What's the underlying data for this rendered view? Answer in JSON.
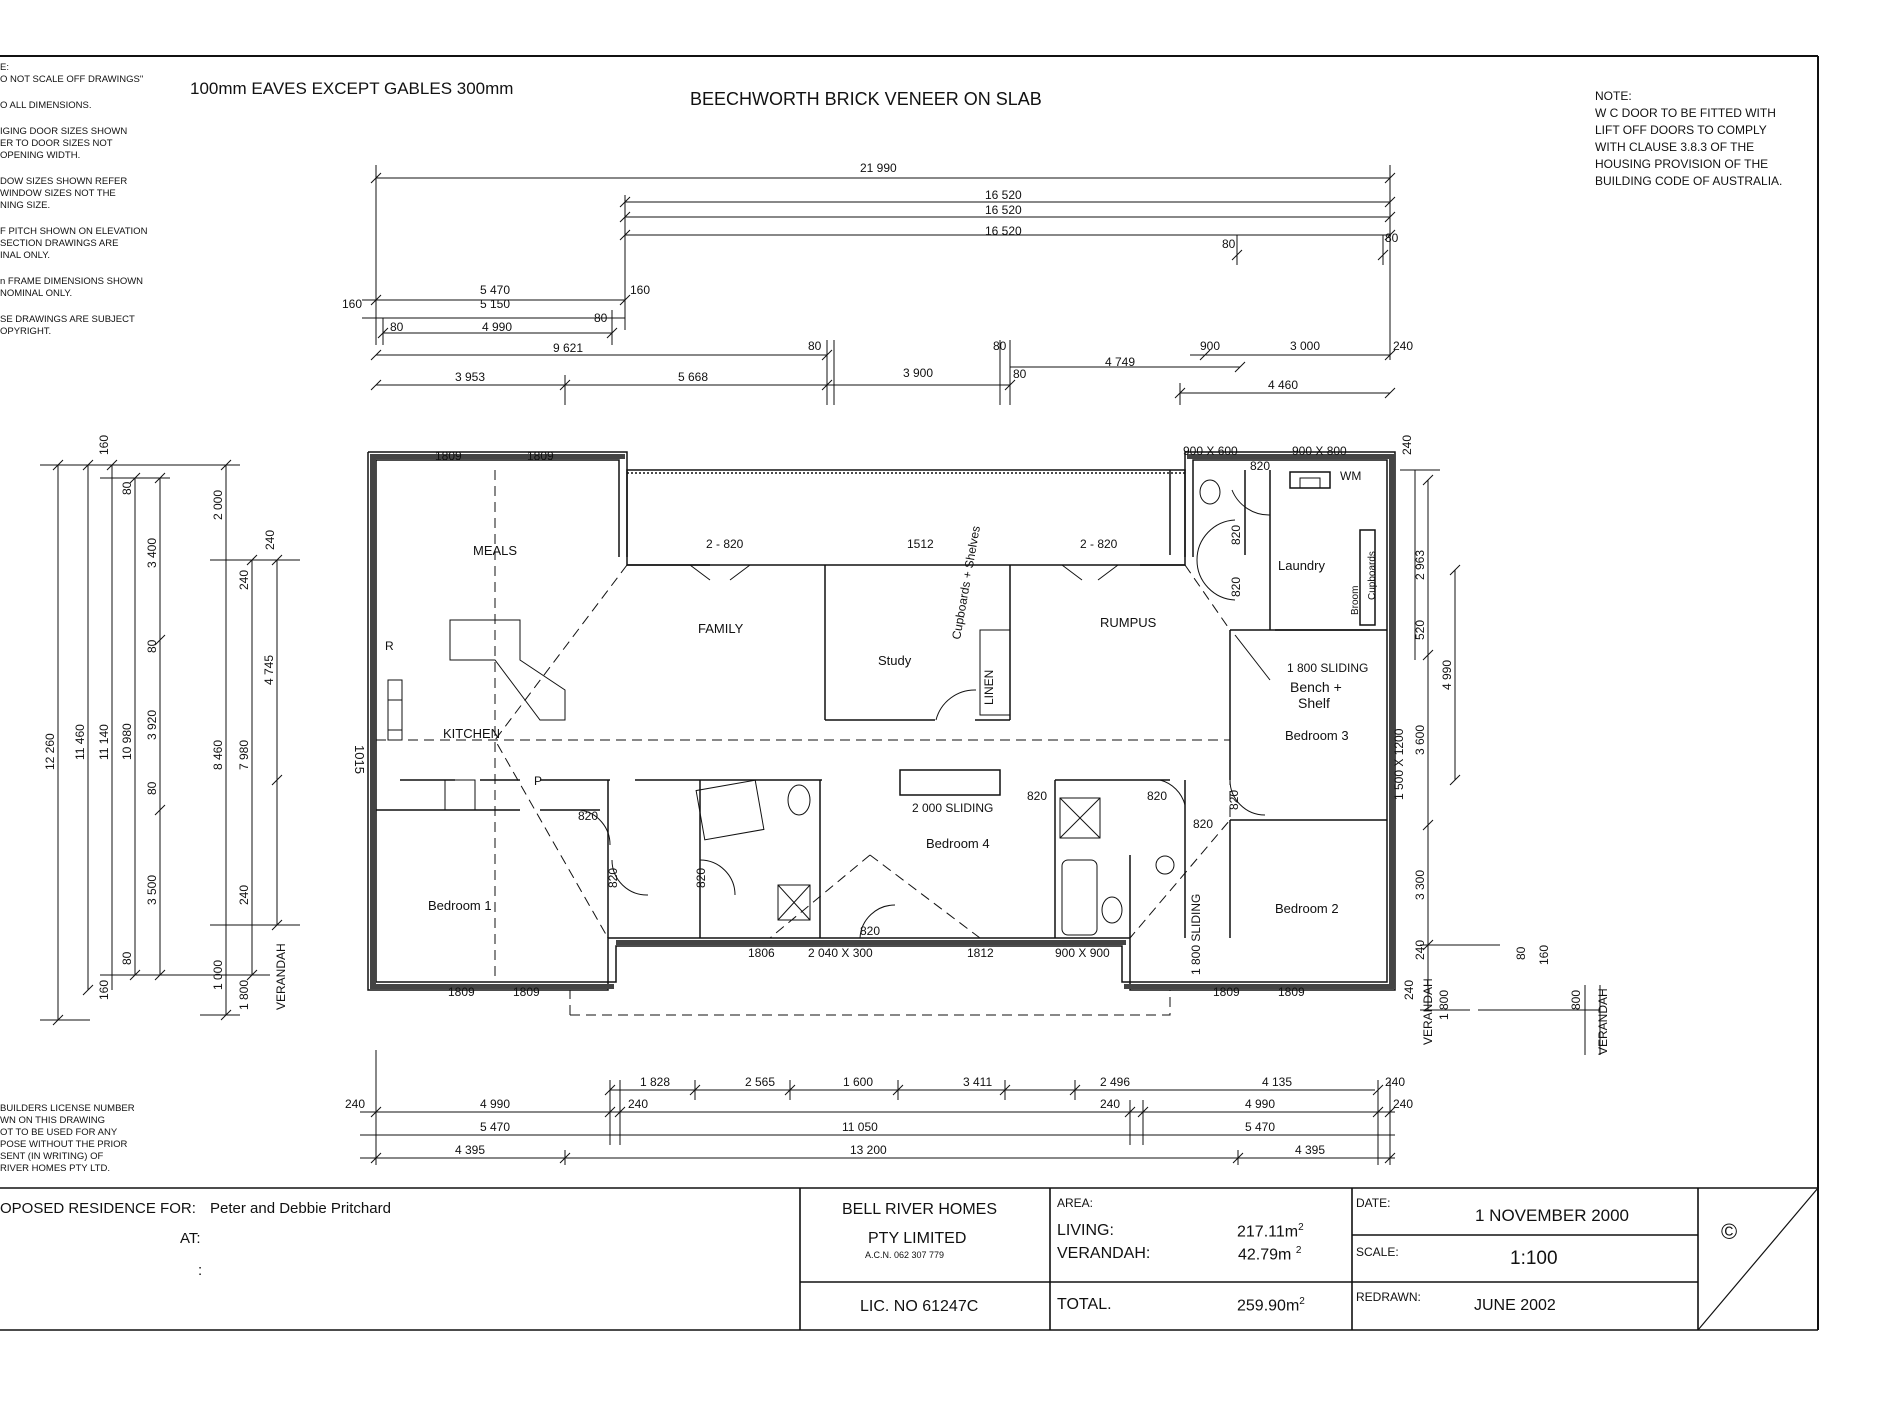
{
  "header": {
    "eaves": "100mm EAVES EXCEPT GABLES 300mm",
    "title": "BEECHWORTH BRICK VENEER ON SLAB",
    "note": [
      "NOTE:",
      "W C DOOR TO BE FITTED WITH",
      "LIFT OFF DOORS TO  COMPLY",
      "WITH CLAUSE 3.8.3 OF THE",
      "HOUSING PROVISION OF THE",
      "BUILDING CODE OF AUSTRALIA."
    ]
  },
  "left_notes": [
    "E:\nO NOT SCALE OFF DRAWINGS\"",
    "O ALL DIMENSIONS.",
    "IGING DOOR SIZES SHOWN\nER TO DOOR SIZES NOT\nOPENING WIDTH.",
    "DOW SIZES SHOWN REFER\nWINDOW SIZES NOT THE\nNING SIZE.",
    "F PITCH SHOWN ON ELEVATION\nSECTION DRAWINGS ARE\nINAL ONLY.",
    "n FRAME DIMENSIONS SHOWN\nNOMINAL ONLY.",
    "SE DRAWINGS ARE SUBJECT\nOPYRIGHT."
  ],
  "license_note": "BUILDERS LICENSE NUMBER\nWN ON THIS DRAWING\nOT TO BE USED FOR ANY\nPOSE WITHOUT THE PRIOR\nSENT (IN WRITING) OF\nRIVER HOMES PTY LTD.",
  "rooms": {
    "meals": "MEALS",
    "family": "FAMILY",
    "rumpus": "RUMPUS",
    "study": "Study",
    "kitchen": "KITCHEN",
    "laundry": "Laundry",
    "bed1": "Bedroom 1",
    "bed2": "Bedroom 2",
    "bed3": "Bedroom 3",
    "bed4": "Bedroom 4",
    "wm": "WM",
    "p": "P",
    "r": "R",
    "linen": "LINEN",
    "cupboards": "Cupboards + Shelves",
    "bench": "Bench +",
    "shelf": "Shelf",
    "broom": "Broom",
    "cupb2": "Cupboards"
  },
  "labels": {
    "w1809a": "1809",
    "w1809b": "1809",
    "w1809c": "1809",
    "w1809d": "1809",
    "w1809e": "1809",
    "w1809f": "1809",
    "d2820a": "2 - 820",
    "d1512": "1512",
    "d2820b": "2 - 820",
    "w900x600": "900 X 600",
    "w900x800": "900 X 800",
    "d820top": "820",
    "d820v1": "820",
    "d820v2": "820",
    "d820k": "820",
    "d820b1": "820",
    "d820b2": "820",
    "d820b4": "820",
    "d820b5": "820",
    "d820b3": "820",
    "d820br": "820",
    "d820bath": "820",
    "s1800a": "1 800 SLIDING",
    "s2000": "2 000 SLIDING",
    "s1800b": "1 800 SLIDING",
    "w1500": "1 500 X 1200",
    "w1806": "1806",
    "w2040": "2 040 X 300",
    "w1812": "1812",
    "w900x900": "900 X 900",
    "k1015": "1015"
  },
  "top_dims": {
    "d21990": "21 990",
    "d16520a": "16 520",
    "d16520b": "16 520",
    "d16520c": "16 520",
    "d80a": "80",
    "d80b": "80",
    "d5470": "5 470",
    "d5150": "5 150",
    "d160a": "160",
    "d160b": "160",
    "d80c": "80",
    "d4990": "4 990",
    "d80d": "80",
    "d9621": "9 621",
    "d80e": "80",
    "d80f": "80",
    "d4749": "4 749",
    "d900": "900",
    "d3000": "3 000",
    "d240": "240",
    "d3953": "3 953",
    "d5668": "5 668",
    "d3900": "3 900",
    "d80g": "80",
    "d4460": "4 460"
  },
  "bottom_dims": {
    "d1828": "1 828",
    "d2565": "2 565",
    "d1600": "1 600",
    "d3411": "3 411",
    "d2496": "2 496",
    "d4135": "4 135",
    "d240a": "240",
    "d240b": "240",
    "d4990a": "4 990",
    "d240c": "240",
    "d240d": "240",
    "d4990b": "4 990",
    "d240e": "240",
    "d5470a": "5 470",
    "d11050": "11 050",
    "d5470b": "5 470",
    "d4395a": "4 395",
    "d13200": "13 200",
    "d4395b": "4 395"
  },
  "left_dims": {
    "d12260": "12 260",
    "d11460": "11 460",
    "d11140": "11 140",
    "d10980": "10 980",
    "d160a": "160",
    "d80a": "80",
    "d3400": "3 400",
    "d80b": "80",
    "d3920": "3 920",
    "d80c": "80",
    "d3500": "3 500",
    "d80d": "80",
    "d160b": "160",
    "d2000": "2 000",
    "d8460": "8 460",
    "d240a": "240",
    "d240b": "240",
    "d7980": "7 980",
    "d4745": "4 745",
    "d240c": "240",
    "d1000": "1 000",
    "d1800": "1 800",
    "verandah": "VERANDAH"
  },
  "right_dims": {
    "d240a": "240",
    "d2963": "2 963",
    "d520": "520",
    "d4990": "4 990",
    "d3600": "3 600",
    "d3300": "3 300",
    "d240b": "240",
    "verandah1": "VERANDAH",
    "d1800": "1 800",
    "d240c": "240",
    "d80": "80",
    "d160": "160",
    "d800": "800",
    "verandah2": "VERANDAH"
  },
  "title_block": {
    "residence_label": "OPOSED RESIDENCE FOR:",
    "residence_for": "Peter and Debbie Pritchard",
    "at_label": "AT:",
    "colon": ":",
    "company1": "BELL RIVER HOMES",
    "company2": "PTY LIMITED",
    "acn": "A.C.N. 062 307 779",
    "lic": "LIC. NO 61247C",
    "area_label": "AREA:",
    "living_label": "LIVING:",
    "living": "217.11m",
    "verandah_label": "VERANDAH:",
    "verandah": "42.79m",
    "total_label": "TOTAL.",
    "total": "259.90m",
    "sup": "2",
    "date_label": "DATE:",
    "date": "1 NOVEMBER 2000",
    "scale_label": "SCALE:",
    "scale": "1:100",
    "redrawn_label": "REDRAWN:",
    "redrawn": "JUNE 2002",
    "copyright": "©"
  }
}
